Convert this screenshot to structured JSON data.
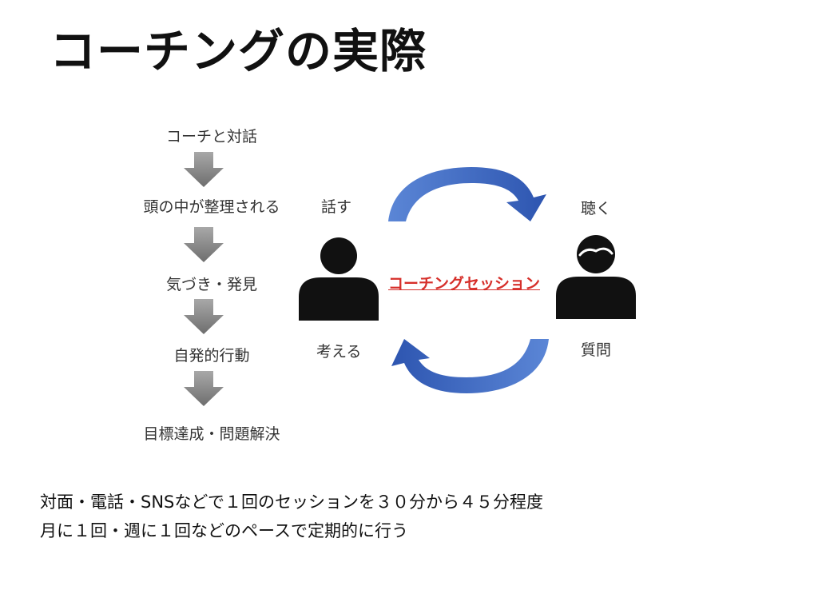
{
  "slide": {
    "title": "コーチングの実際"
  },
  "flow": {
    "steps": [
      "コーチと対話",
      "頭の中が整理される",
      "気づき・発見",
      "自発的行動",
      "目標達成・問題解決"
    ],
    "arrow_color": "#8a8a8a"
  },
  "cycle": {
    "left_top_label": "話す",
    "left_bottom_label": "考える",
    "right_top_label": "聴く",
    "right_bottom_label": "質問",
    "center_label": "コーチングセッション",
    "center_label_color": "#d62f2a",
    "arrow_color": "#3b67c4",
    "icon_color": "#111111"
  },
  "footer": {
    "line1": "対面・電話・SNSなどで１回のセッションを３０分から４５分程度",
    "line2": "月に１回・週に１回などのペースで定期的に行う"
  }
}
